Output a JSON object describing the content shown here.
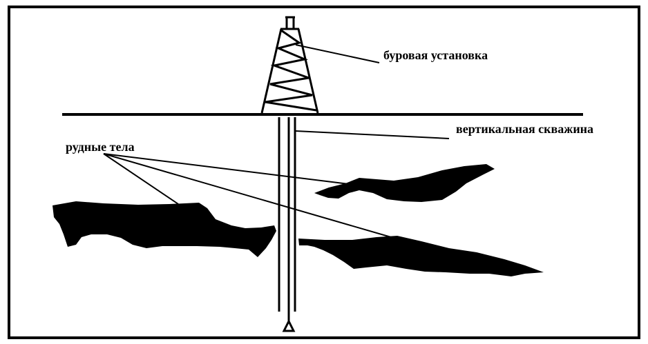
{
  "labels": {
    "drilling_rig": "буровая установка",
    "vertical_well": "вертикальная скважина",
    "ore_bodies": "рудные тела"
  },
  "colors": {
    "ink": "#000000",
    "background": "#ffffff"
  }
}
